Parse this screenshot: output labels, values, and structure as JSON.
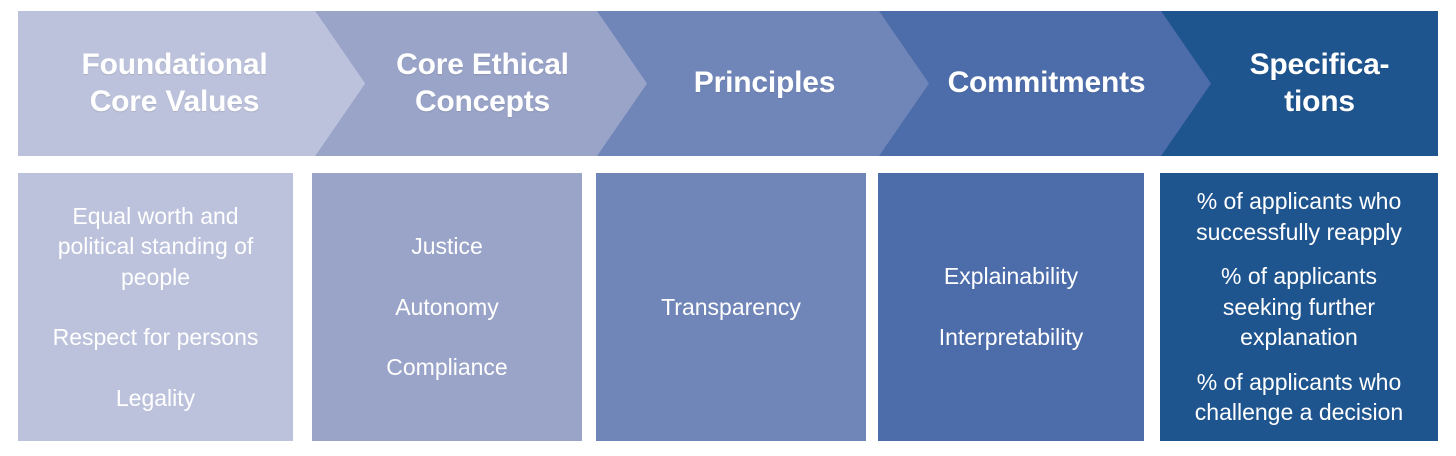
{
  "diagram": {
    "type": "chevron-process-flow",
    "orientation": "left-to-right",
    "step_count": 5,
    "palette": {
      "step1": "#bcc2db",
      "step2": "#99a4c8",
      "step3": "#7186b8",
      "step4": "#4d6daa",
      "step5": "#1f558f",
      "label_color": "#ffffff",
      "background": "#ffffff"
    },
    "steps": [
      {
        "id": "foundational-core-values",
        "header": "Foundational\nCore Values",
        "color": "#bcc2db",
        "items": [
          "Equal worth and\npolitical standing of\npeople",
          "Respect for persons",
          "Legality"
        ]
      },
      {
        "id": "core-ethical-concepts",
        "header": "Core Ethical\nConcepts",
        "color": "#99a4c8",
        "items": [
          "Justice",
          "Autonomy",
          "Compliance"
        ]
      },
      {
        "id": "principles",
        "header": "Principles",
        "color": "#7186b8",
        "items": [
          "Transparency"
        ]
      },
      {
        "id": "commitments",
        "header": "Commitments",
        "color": "#4d6daa",
        "items": [
          "Explainability",
          "Interpretability"
        ]
      },
      {
        "id": "specifications",
        "header": "Specifica-\ntions",
        "color": "#1f558f",
        "items": [
          "% of applicants who\nsuccessfully reapply",
          "% of applicants\nseeking further\nexplanation",
          "% of applicants who\nchallenge a decision"
        ]
      }
    ]
  }
}
